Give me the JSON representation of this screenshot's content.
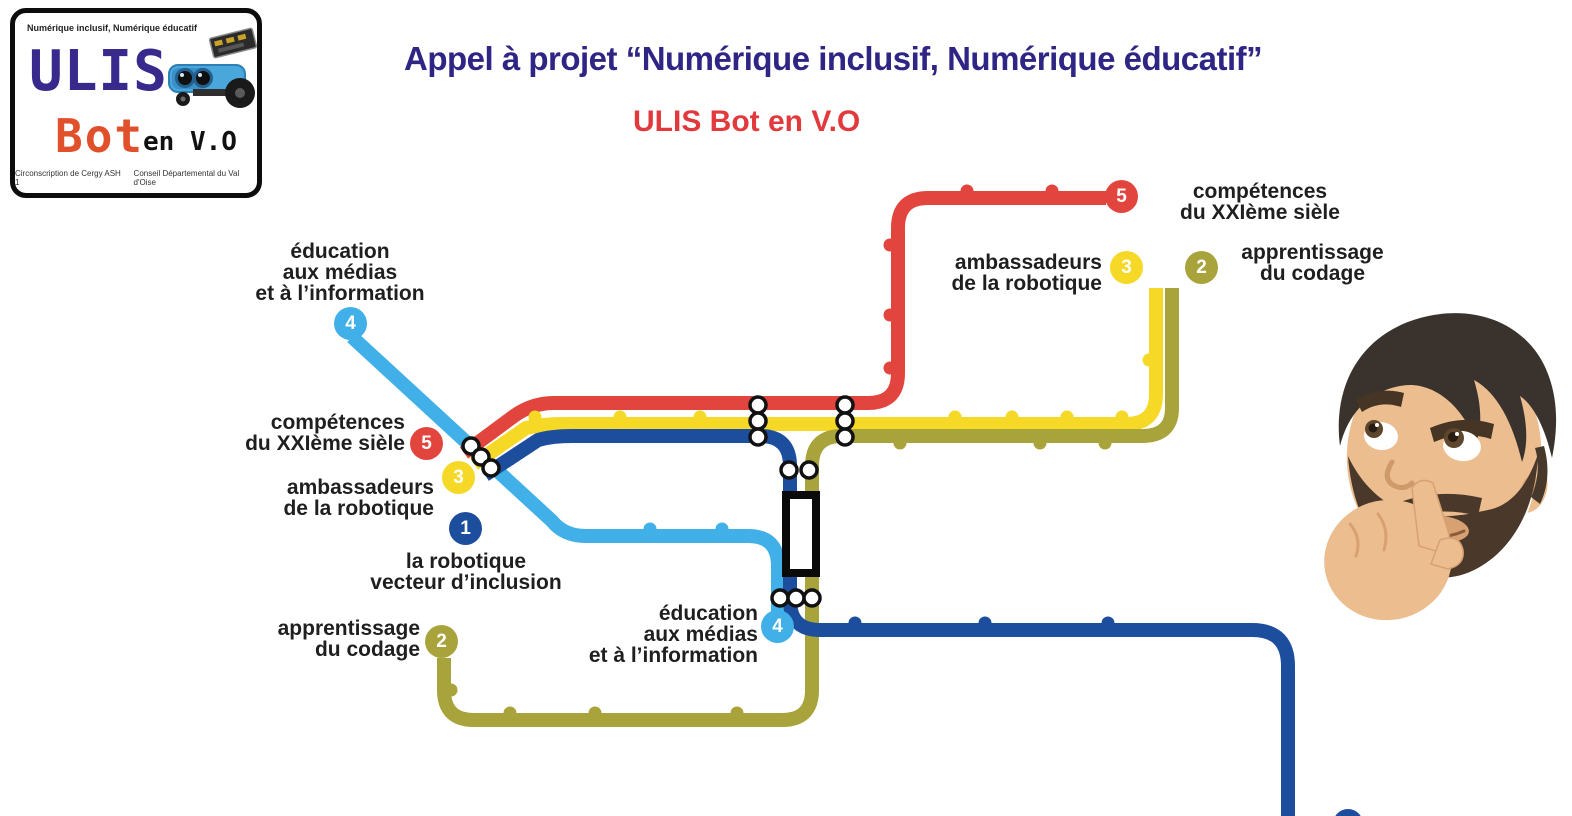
{
  "header": {
    "title": "Appel à projet “Numérique inclusif, Numérique éducatif”",
    "subtitle": "ULIS Bot en V.O"
  },
  "logo": {
    "tagline": "Numérique inclusif, Numérique éducatif",
    "word1": "ULIS",
    "word2": "Bot",
    "word3": "en V.O",
    "footer_left": "Circonscription de Cergy ASH 1",
    "footer_right": "Conseil Départemental du Val d'Oise"
  },
  "metro_lines": [
    {
      "number": "1",
      "name": "la robotique vecteur d’inclusion",
      "color": "#1d4e9e"
    },
    {
      "number": "2",
      "name": "apprentissage du codage",
      "color": "#a8a33b"
    },
    {
      "number": "3",
      "name": "ambassadeurs de la robotique",
      "color": "#f6d826"
    },
    {
      "number": "4",
      "name": "éducation aux médias et à l’information",
      "color": "#41b0e8"
    },
    {
      "number": "5",
      "name": "compétences du XXIème sièle",
      "color": "#e2453d"
    }
  ],
  "labels": [
    {
      "badge": "4",
      "text": "éducation\naux médias\net à l’information"
    },
    {
      "badge": "5",
      "text": "compétences\ndu XXIème sièle"
    },
    {
      "badge": "3",
      "text": "ambassadeurs\nde la robotique"
    },
    {
      "badge": "1",
      "text": "la robotique\nvecteur d’inclusion"
    },
    {
      "badge": "2",
      "text": "apprentissage\ndu codage"
    },
    {
      "badge": "4",
      "text": "éducation\naux médias\net à l’information"
    },
    {
      "badge": "5",
      "text": "compétences\ndu XXIème sièle"
    },
    {
      "badge": "3",
      "text": "ambassadeurs\nde la robotique"
    },
    {
      "badge": "2",
      "text": "apprentissage\ndu codage"
    }
  ],
  "colors": {
    "title": "#2e2585",
    "subtitle": "#e23a3c",
    "logo_ulis": "#372a8c",
    "logo_bot": "#e0502a",
    "label_text": "#1f1f1f"
  }
}
